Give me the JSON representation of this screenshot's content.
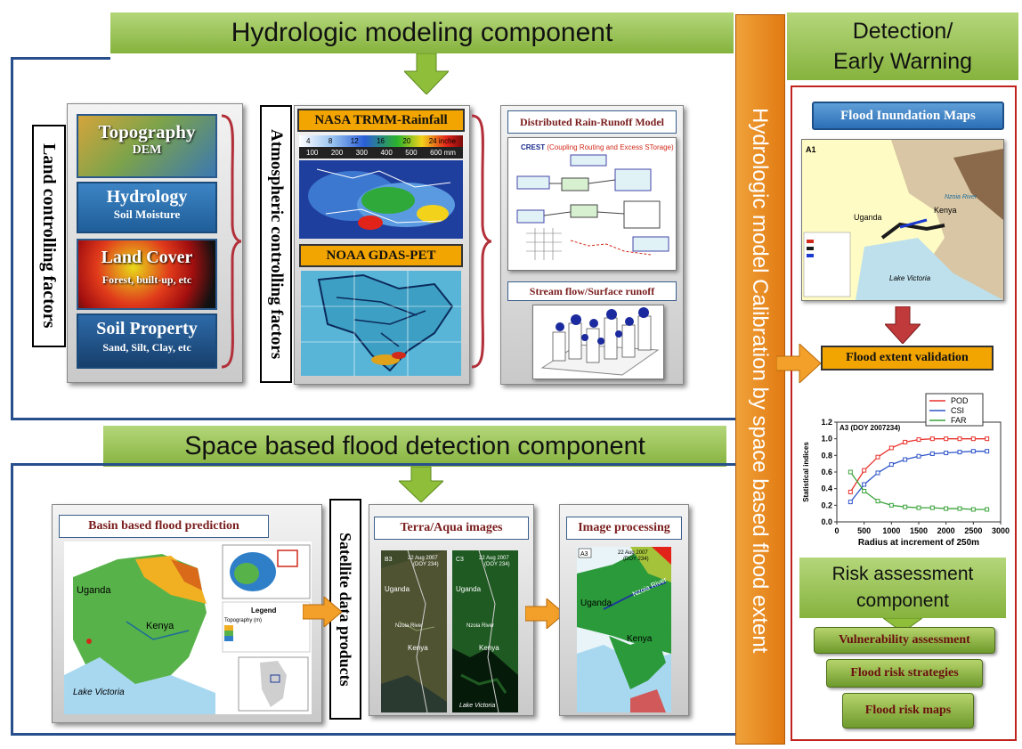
{
  "top_banner": {
    "title": "Hydrologic modeling component"
  },
  "right_banner": {
    "line1": "Detection/",
    "line2": "Early Warning"
  },
  "vertical_bar": {
    "text": "Hydrologic model Calibration by space based flood extent"
  },
  "land": {
    "label": "Land controlling factors",
    "tiles": [
      {
        "title": "Topography",
        "sub": "DEM"
      },
      {
        "title": "Hydrology",
        "sub": "Soil Moisture"
      },
      {
        "title": "Land Cover",
        "sub": "Forest, built-up, etc"
      },
      {
        "title": "Soil Property",
        "sub": "Sand, Silt, Clay, etc"
      }
    ]
  },
  "atmos": {
    "label": "Atmospheric controlling factors",
    "trmm_label": "NASA TRMM-Rainfall",
    "gdas_label": "NOAA GDAS-PET",
    "scale_top": [
      "4",
      "8",
      "12",
      "16",
      "20",
      "24 inche"
    ],
    "scale_bottom": [
      "100",
      "200",
      "300",
      "400",
      "500",
      "600 mm"
    ]
  },
  "model": {
    "title": "Distributed Rain-Runoff Model",
    "crest_prefix": "CREST",
    "crest_text": "(Coupling Routing and Excess STorage)",
    "stream_title": "Stream flow/Surface runoff"
  },
  "flood_banner": {
    "title": "Space based flood detection component"
  },
  "basin": {
    "title": "Basin based flood prediction",
    "labels": {
      "uganda": "Uganda",
      "kenya": "Kenya",
      "lake": "Lake Victoria",
      "legend": "Legend",
      "topo": "Topography (m)"
    }
  },
  "satellite_label": "Satellite data products",
  "terra": {
    "title": "Terra/Aqua images",
    "b3": "B3",
    "c3": "C3",
    "date": "22 Aug 2007",
    "doy": "(DOY 234)",
    "uganda": "Uganda",
    "kenya": "Kenya",
    "nzoia": "Nzoia River",
    "lake": "Lake Victoria"
  },
  "imgproc": {
    "title": "Image processing",
    "a3": "A3",
    "date": "22 Aug 2007",
    "doy": "(DOY 234)",
    "uganda": "Uganda",
    "kenya": "Kenya",
    "nzoia": "Nzoia River"
  },
  "inundation": {
    "title": "Flood Inundation Maps",
    "a1": "A1",
    "uganda": "Uganda",
    "kenya": "Kenya",
    "lake": "Lake Victoria",
    "nzoia": "Nzoia River"
  },
  "validation": {
    "label": "Flood extent validation"
  },
  "chart_data": {
    "type": "line",
    "title": "A3 (DOY 2007234)",
    "xlabel": "Radius at increment of 250m",
    "ylabel": "Statistical indices",
    "xlim": [
      0,
      3000
    ],
    "ylim": [
      0.0,
      1.2
    ],
    "xticks": [
      0,
      500,
      1000,
      1500,
      2000,
      2500,
      3000
    ],
    "yticks": [
      0.0,
      0.2,
      0.4,
      0.6,
      0.8,
      1.0,
      1.2
    ],
    "x": [
      250,
      500,
      750,
      1000,
      1250,
      1500,
      1750,
      2000,
      2250,
      2500,
      2750
    ],
    "series": [
      {
        "name": "POD",
        "color": "#e8322b",
        "values": [
          0.36,
          0.62,
          0.78,
          0.89,
          0.96,
          0.99,
          1.0,
          1.0,
          1.0,
          1.0,
          1.0
        ]
      },
      {
        "name": "CSI",
        "color": "#2f55c8",
        "values": [
          0.24,
          0.45,
          0.59,
          0.69,
          0.75,
          0.79,
          0.82,
          0.83,
          0.84,
          0.85,
          0.85
        ]
      },
      {
        "name": "FAR",
        "color": "#3aa33a",
        "values": [
          0.6,
          0.37,
          0.25,
          0.2,
          0.18,
          0.17,
          0.17,
          0.16,
          0.16,
          0.15,
          0.15
        ]
      }
    ],
    "legend": "top-right",
    "grid": false
  },
  "risk": {
    "title_line1": "Risk assessment",
    "title_line2": "component",
    "items": [
      "Vulnerability assessment",
      "Flood risk strategies",
      "Flood risk maps"
    ]
  },
  "colors": {
    "accent_green": "#86b33e",
    "frame_blue": "#264f8c",
    "orange_bar": "#ea8a1e",
    "risk_red": "#c0231e"
  }
}
